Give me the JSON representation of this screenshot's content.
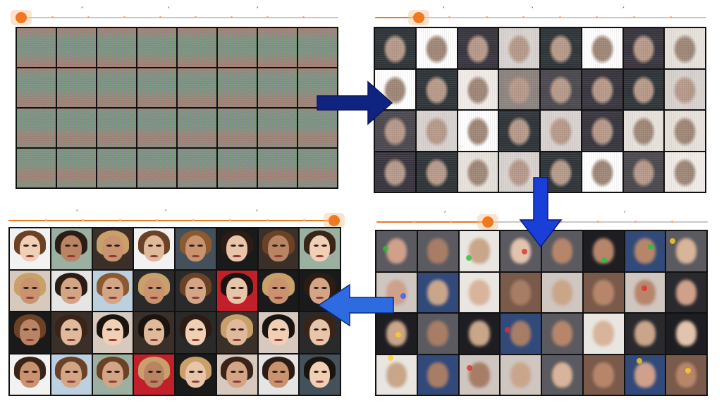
{
  "tick_labels": [
    "´",
    "`",
    "´"
  ],
  "colors": {
    "slider_orange": "#f07820",
    "slider_halo": "#f8c090",
    "slider_track": "#c8c8c8",
    "grid_border": "#111111",
    "arrow_navy": "#0f2480",
    "arrow_blue": "#1a3fd8",
    "arrow_light_blue": "#2f6be0"
  },
  "panels": [
    {
      "stage": 1,
      "slider_progress": 0.0,
      "content": "noise"
    },
    {
      "stage": 2,
      "slider_progress": 0.12,
      "content": "blurry-faces"
    },
    {
      "stage": 3,
      "slider_progress": 0.33,
      "content": "rough-faces"
    },
    {
      "stage": 4,
      "slider_progress": 1.0,
      "content": "faces"
    }
  ],
  "arrows": [
    {
      "from": 1,
      "to": 2,
      "direction": "right"
    },
    {
      "from": 2,
      "to": 3,
      "direction": "down"
    },
    {
      "from": 3,
      "to": 4,
      "direction": "left"
    }
  ]
}
